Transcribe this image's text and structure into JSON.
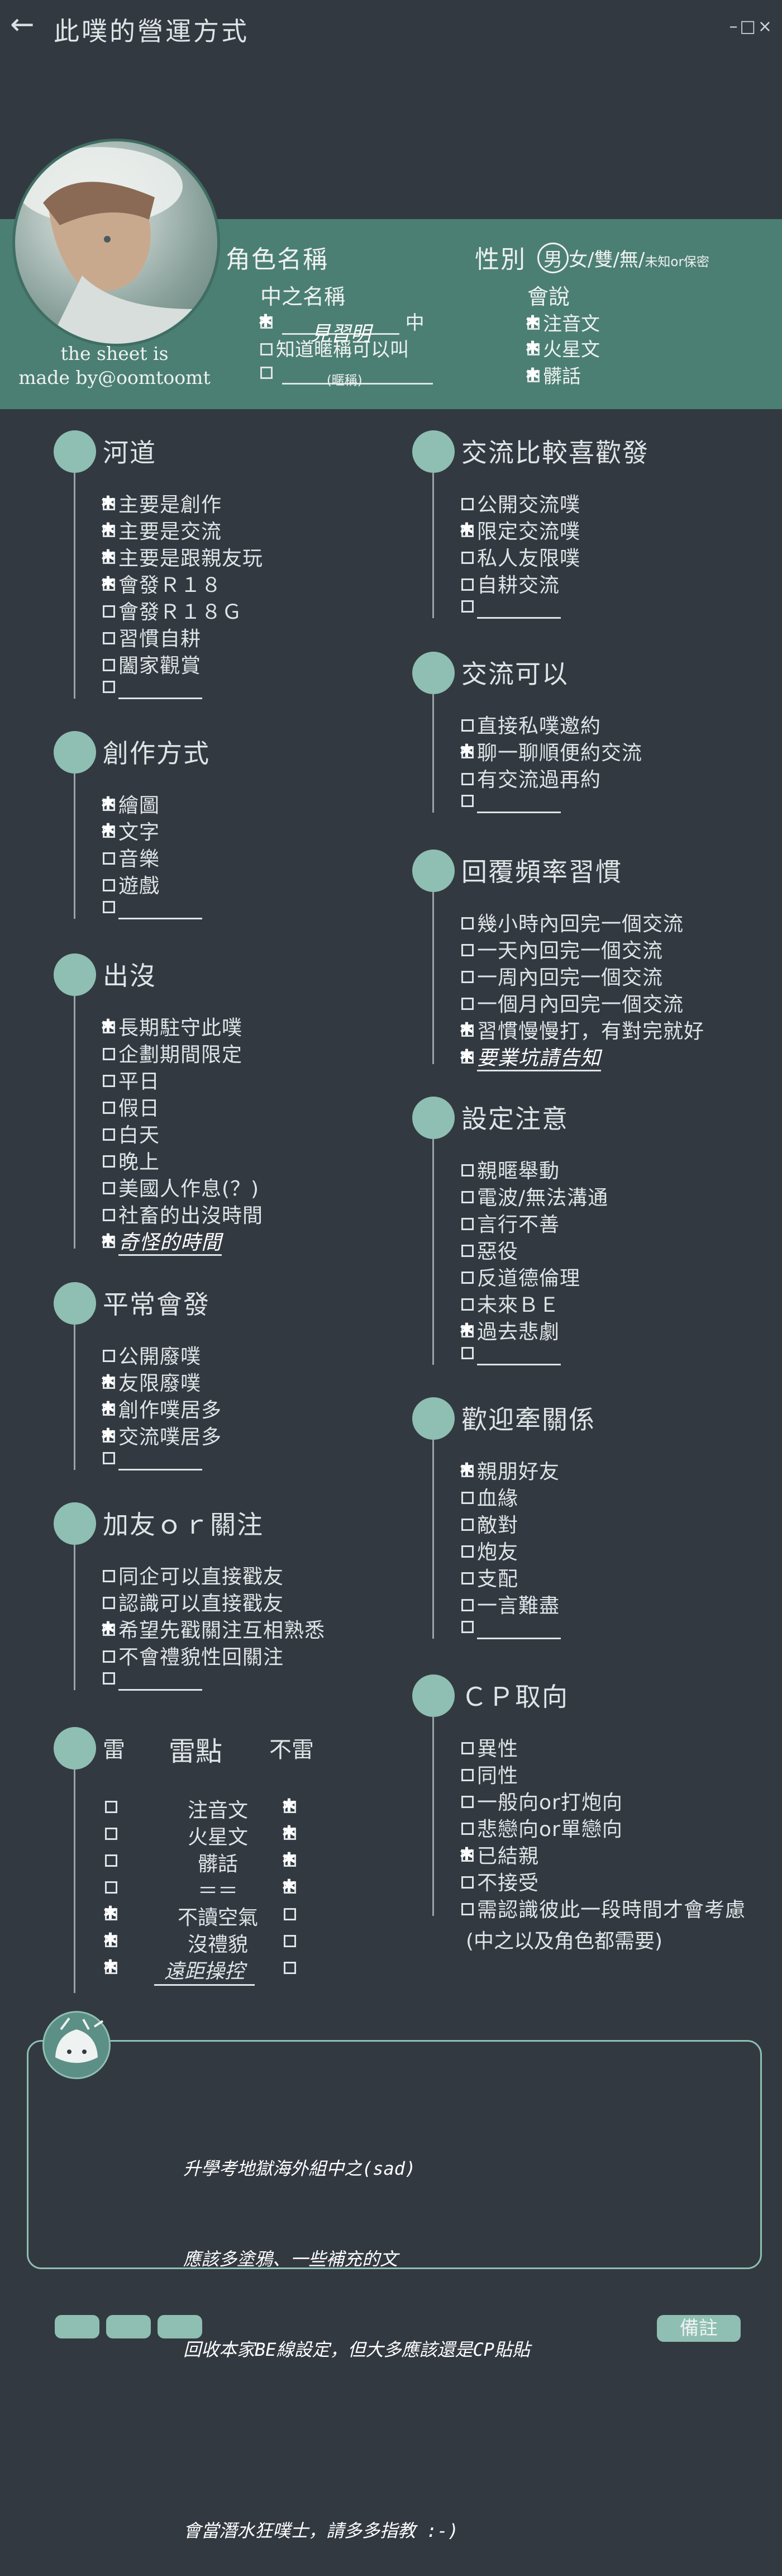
{
  "window": {
    "back_label": "←",
    "title": "此噗的營運方式",
    "controls": [
      "–",
      "□",
      "×"
    ]
  },
  "profile": {
    "credit_line1": "the sheet is",
    "credit_line2": "made by@oomtoomt",
    "character_name_label": "角色名稱",
    "gender_label": "性別",
    "gender_selected": "男",
    "gender_options": "女/雙/無/",
    "gender_extra": "未知or保密",
    "chinese_name_label": "中之名稱",
    "chinese_name_value": "見習明",
    "chinese_name_suffix": "中",
    "nickname_label": "知道暱稱可以叫",
    "nickname_placeholder": "(暱稱)",
    "speak_label": "會說",
    "speak_items": [
      "注音文",
      "火星文",
      "髒話"
    ]
  },
  "left_sections": [
    {
      "title": "河道",
      "items": [
        {
          "label": "主要是創作",
          "checked": true
        },
        {
          "label": "主要是交流",
          "checked": true
        },
        {
          "label": "主要是跟親友玩",
          "checked": true
        },
        {
          "label": "會發Ｒ１８",
          "checked": true
        },
        {
          "label": "會發Ｒ１８Ｇ",
          "checked": false
        },
        {
          "label": "習慣自耕",
          "checked": false
        },
        {
          "label": "闔家觀賞",
          "checked": false
        },
        {
          "label": "",
          "checked": false
        }
      ]
    },
    {
      "title": "創作方式",
      "items": [
        {
          "label": "繪圖",
          "checked": true
        },
        {
          "label": "文字",
          "checked": true
        },
        {
          "label": "音樂",
          "checked": false
        },
        {
          "label": "遊戲",
          "checked": false
        },
        {
          "label": "",
          "checked": false
        }
      ]
    },
    {
      "title": "出沒",
      "items": [
        {
          "label": "長期駐守此噗",
          "checked": true
        },
        {
          "label": "企劃期間限定",
          "checked": false
        },
        {
          "label": "平日",
          "checked": false
        },
        {
          "label": "假日",
          "checked": false
        },
        {
          "label": "白天",
          "checked": false
        },
        {
          "label": "晚上",
          "checked": false
        },
        {
          "label": "美國人作息(？)",
          "checked": false
        },
        {
          "label": "社畜的出沒時間",
          "checked": false
        },
        {
          "label": "奇怪的時間",
          "checked": true
        }
      ]
    },
    {
      "title": "平常會發",
      "items": [
        {
          "label": "公開廢噗",
          "checked": false
        },
        {
          "label": "友限廢噗",
          "checked": true
        },
        {
          "label": "創作噗居多",
          "checked": true
        },
        {
          "label": "交流噗居多",
          "checked": true
        },
        {
          "label": "",
          "checked": false
        }
      ]
    },
    {
      "title": "加友ｏｒ關注",
      "items": [
        {
          "label": "同企可以直接戳友",
          "checked": false
        },
        {
          "label": "認識可以直接戳友",
          "checked": false
        },
        {
          "label": "希望先戳關注互相熟悉",
          "checked": true
        },
        {
          "label": "不會禮貌性回關注",
          "checked": false
        },
        {
          "label": "",
          "checked": false
        }
      ]
    }
  ],
  "lei": {
    "title_left": "雷",
    "title_mid": "雷點",
    "title_right": "不雷",
    "rows": [
      {
        "label": "注音文",
        "lei": false,
        "bulei": true
      },
      {
        "label": "火星文",
        "lei": false,
        "bulei": true
      },
      {
        "label": "髒話",
        "lei": false,
        "bulei": true
      },
      {
        "label": "＝＝",
        "lei": false,
        "bulei": true
      },
      {
        "label": "不讀空氣",
        "lei": true,
        "bulei": false
      },
      {
        "label": "沒禮貌",
        "lei": true,
        "bulei": false
      },
      {
        "label": "遠距操控",
        "lei": true,
        "bulei": false
      }
    ]
  },
  "right_sections": [
    {
      "title": "交流比較喜歡發",
      "items": [
        {
          "label": "公開交流噗",
          "checked": false
        },
        {
          "label": "限定交流噗",
          "checked": true
        },
        {
          "label": "私人友限噗",
          "checked": false
        },
        {
          "label": "自耕交流",
          "checked": false
        },
        {
          "label": "",
          "checked": false
        }
      ]
    },
    {
      "title": "交流可以",
      "items": [
        {
          "label": "直接私噗邀約",
          "checked": false
        },
        {
          "label": "聊一聊順便約交流",
          "checked": true
        },
        {
          "label": "有交流過再約",
          "checked": false
        },
        {
          "label": "",
          "checked": false
        }
      ]
    },
    {
      "title": "回覆頻率習慣",
      "items": [
        {
          "label": "幾小時內回完一個交流",
          "checked": false
        },
        {
          "label": "一天內回完一個交流",
          "checked": false
        },
        {
          "label": "一周內回完一個交流",
          "checked": false
        },
        {
          "label": "一個月內回完一個交流",
          "checked": false
        },
        {
          "label": "習慣慢慢打，有對完就好",
          "checked": true
        },
        {
          "label": "要業坑請告知",
          "checked": true
        }
      ]
    },
    {
      "title": "設定注意",
      "items": [
        {
          "label": "親暱舉動",
          "checked": false
        },
        {
          "label": "電波/無法溝通",
          "checked": false
        },
        {
          "label": "言行不善",
          "checked": false
        },
        {
          "label": "惡役",
          "checked": false
        },
        {
          "label": "反道德倫理",
          "checked": false
        },
        {
          "label": "未來ＢＥ",
          "checked": false
        },
        {
          "label": "過去悲劇",
          "checked": true
        },
        {
          "label": "",
          "checked": false
        }
      ]
    },
    {
      "title": "歡迎牽關係",
      "items": [
        {
          "label": "親朋好友",
          "checked": true
        },
        {
          "label": "血緣",
          "checked": false
        },
        {
          "label": "敵對",
          "checked": false
        },
        {
          "label": "炮友",
          "checked": false
        },
        {
          "label": "支配",
          "checked": false
        },
        {
          "label": "一言難盡",
          "checked": false
        },
        {
          "label": "",
          "checked": false
        }
      ]
    },
    {
      "title": "ＣＰ取向",
      "items": [
        {
          "label": "異性",
          "checked": false
        },
        {
          "label": "同性",
          "checked": false
        },
        {
          "label": "一般向or打炮向",
          "checked": false
        },
        {
          "label": "悲戀向or單戀向",
          "checked": false
        },
        {
          "label": "已結親",
          "checked": true
        },
        {
          "label": "不接受",
          "checked": false
        },
        {
          "label": "需認識彼此一段時間才會考慮",
          "checked": false
        }
      ]
    }
  ],
  "cp_note": "(中之以及角色都需要)",
  "memo": {
    "lines": [
      "升學考地獄海外組中之(sad)",
      "應該多塗鴉、一些補充的文",
      "回收本家BE線設定，但大多應該還是CP貼貼",
      "",
      "會當潛水狂噗士，請多多指教 :-)"
    ]
  },
  "footer": {
    "note_button": "備註"
  }
}
